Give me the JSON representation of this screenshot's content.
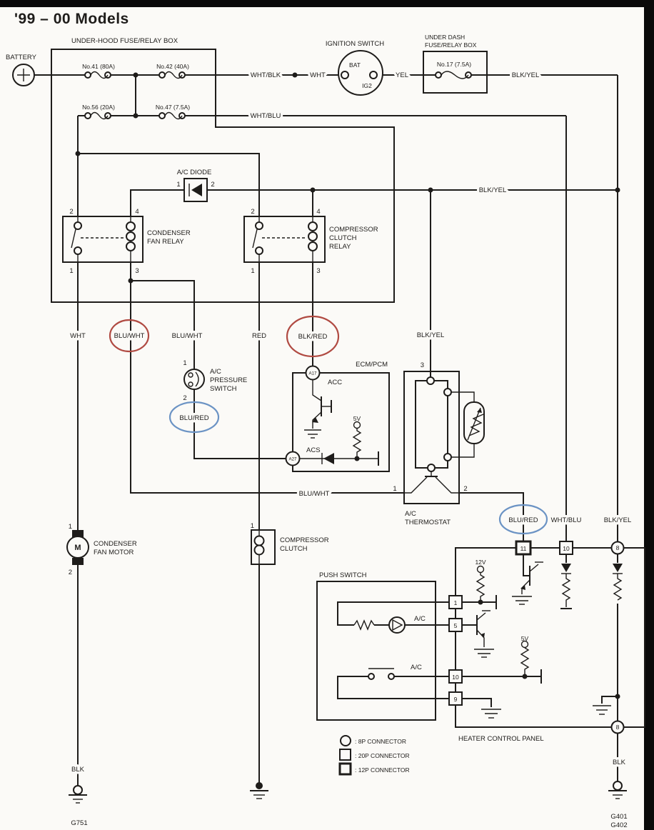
{
  "title": "'99 – 00 Models",
  "colors": {
    "paper": "#fbfaf7",
    "ink": "#1e1c1a",
    "highlight_red": "#b04a42",
    "highlight_blue": "#6b93c4"
  },
  "battery": {
    "label": "BATTERY"
  },
  "underhood": {
    "title": "UNDER-HOOD FUSE/RELAY BOX",
    "fuse41": "No.41 (80A)",
    "fuse42": "No.42 (40A)",
    "fuse56": "No.56 (20A)",
    "fuse47": "No.47 (7.5A)"
  },
  "ignition": {
    "title": "IGNITION SWITCH",
    "bat": "BAT",
    "ig2": "IG2"
  },
  "underdash": {
    "line1": "UNDER DASH",
    "line2": "FUSE/RELAY BOX",
    "fuse17": "No.17 (7.5A)"
  },
  "wires": {
    "wht_blk": "WHT/BLK",
    "wht": "WHT",
    "yel": "YEL",
    "blk_yel": "BLK/YEL",
    "wht_blu": "WHT/BLU",
    "blu_wht": "BLU/WHT",
    "red": "RED",
    "blk_red": "BLK/RED",
    "blu_red": "BLU/RED",
    "blk": "BLK"
  },
  "acdiode": {
    "title": "A/C DIODE"
  },
  "pins": {
    "p1": "1",
    "p2": "2",
    "p3": "3",
    "p4": "4",
    "p5": "5",
    "p8": "8",
    "p9": "9",
    "p10": "10",
    "p11": "11"
  },
  "condenser_relay": {
    "line1": "CONDENSER",
    "line2": "FAN RELAY"
  },
  "compressor_relay": {
    "line1": "COMPRESSOR",
    "line2": "CLUTCH",
    "line3": "RELAY"
  },
  "pressure_switch": {
    "line1": "A/C",
    "line2": "PRESSURE",
    "line3": "SWITCH"
  },
  "ecm": {
    "title": "ECM/PCM",
    "acc": "ACC",
    "acs": "ACS",
    "a17": "A17",
    "a27": "A27",
    "v5": "5V"
  },
  "thermostat": {
    "line1": "A/C",
    "line2": "THERMOSTAT"
  },
  "fan_motor": {
    "m": "M",
    "line1": "CONDENSER",
    "line2": "FAN MOTOR"
  },
  "clutch": {
    "line1": "COMPRESSOR",
    "line2": "CLUTCH"
  },
  "panel": {
    "title": "HEATER CONTROL PANEL",
    "push_switch": "PUSH SWITCH",
    "ac": "A/C",
    "v12": "12V",
    "v5": "5V"
  },
  "legend": {
    "c8p": ": 8P CONNECTOR",
    "c20p": ": 20P CONNECTOR",
    "c12p": ": 12P CONNECTOR"
  },
  "grounds": {
    "g751": "G751",
    "g401": "G401",
    "g402": "G402"
  }
}
